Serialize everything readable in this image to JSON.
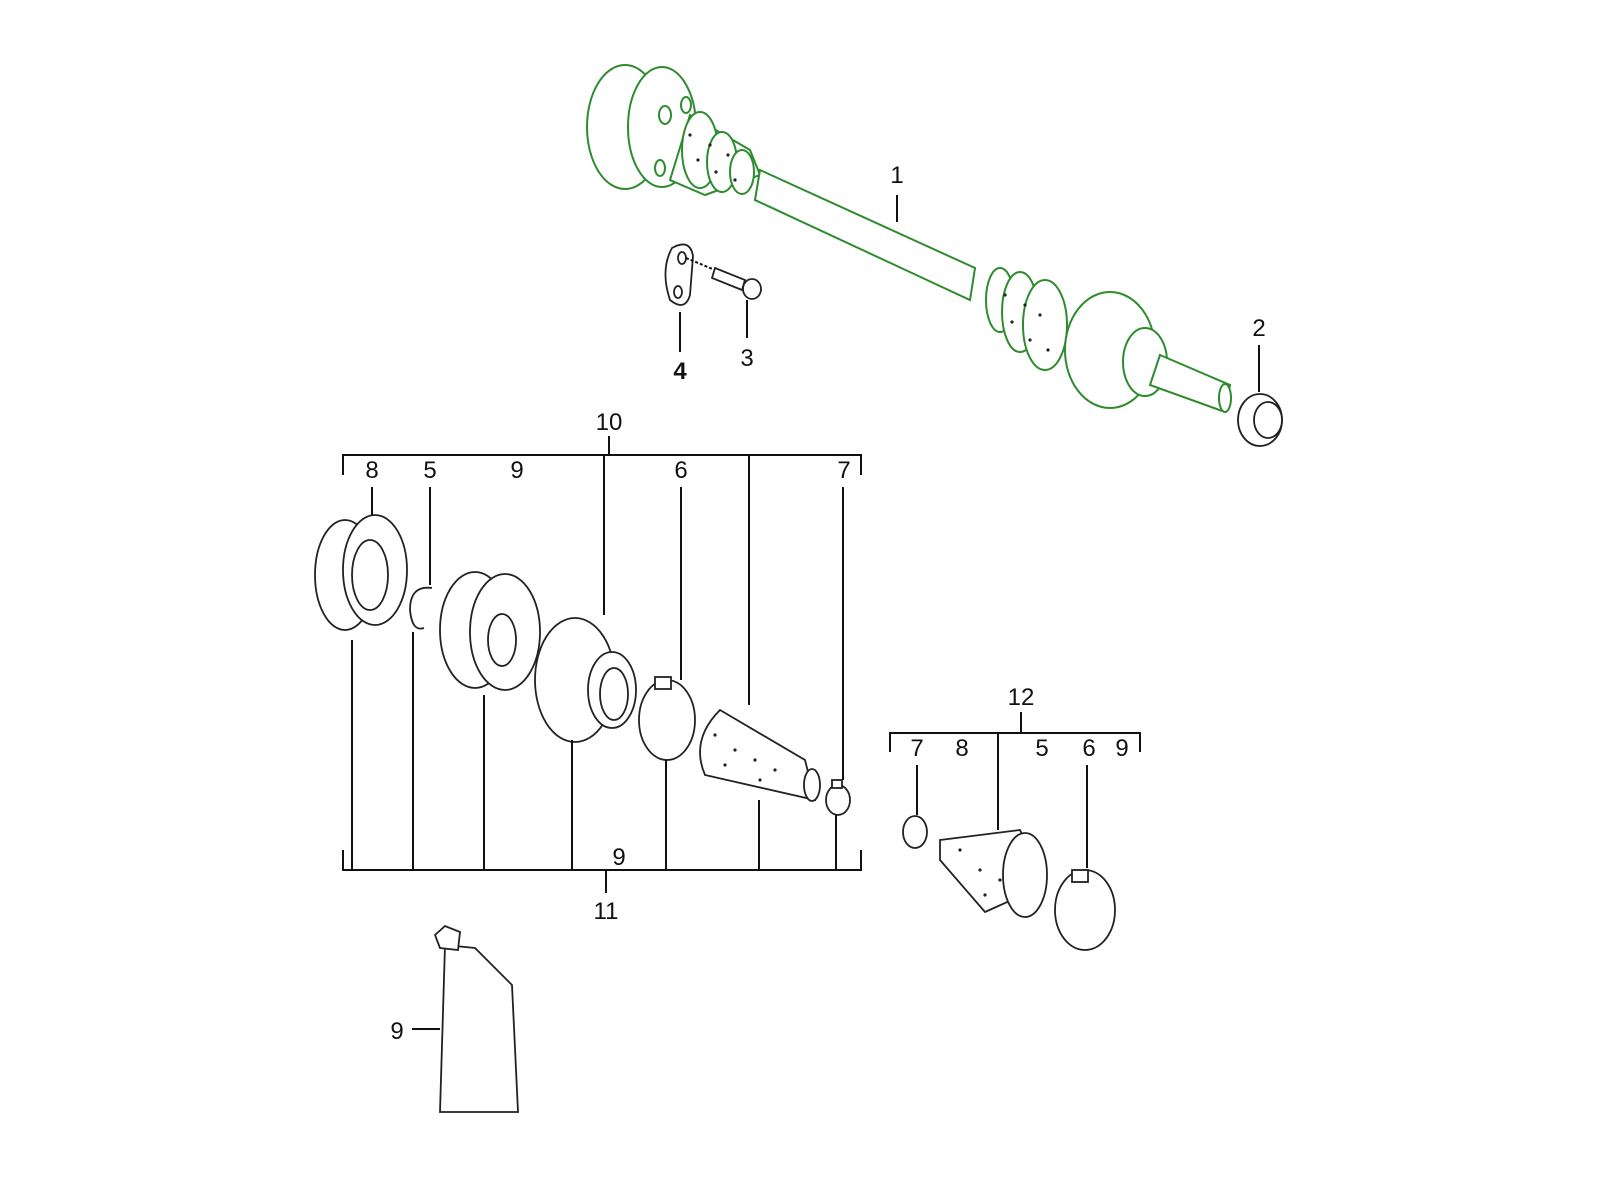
{
  "diagram": {
    "accent_color": "#2e8b2e",
    "callouts": {
      "drive_shaft": "1",
      "collar_nut": "2",
      "screw": "3",
      "lock_plate": "4",
      "repair_kit_joint": "10",
      "kit10_cover": "8",
      "kit10_circlip": "5",
      "kit10_grease": "9",
      "kit10_clamp_large": "6",
      "kit10_clamp_small": "7",
      "kit11_grease": "9",
      "repair_kit_boot_11": "11",
      "repair_kit_boot_12": "12",
      "kit12_clamp_small": "7",
      "kit12_cover": "8",
      "kit12_circlip": "5",
      "kit12_clamp_large": "6",
      "kit12_grease": "9",
      "grease_tube": "9"
    }
  }
}
